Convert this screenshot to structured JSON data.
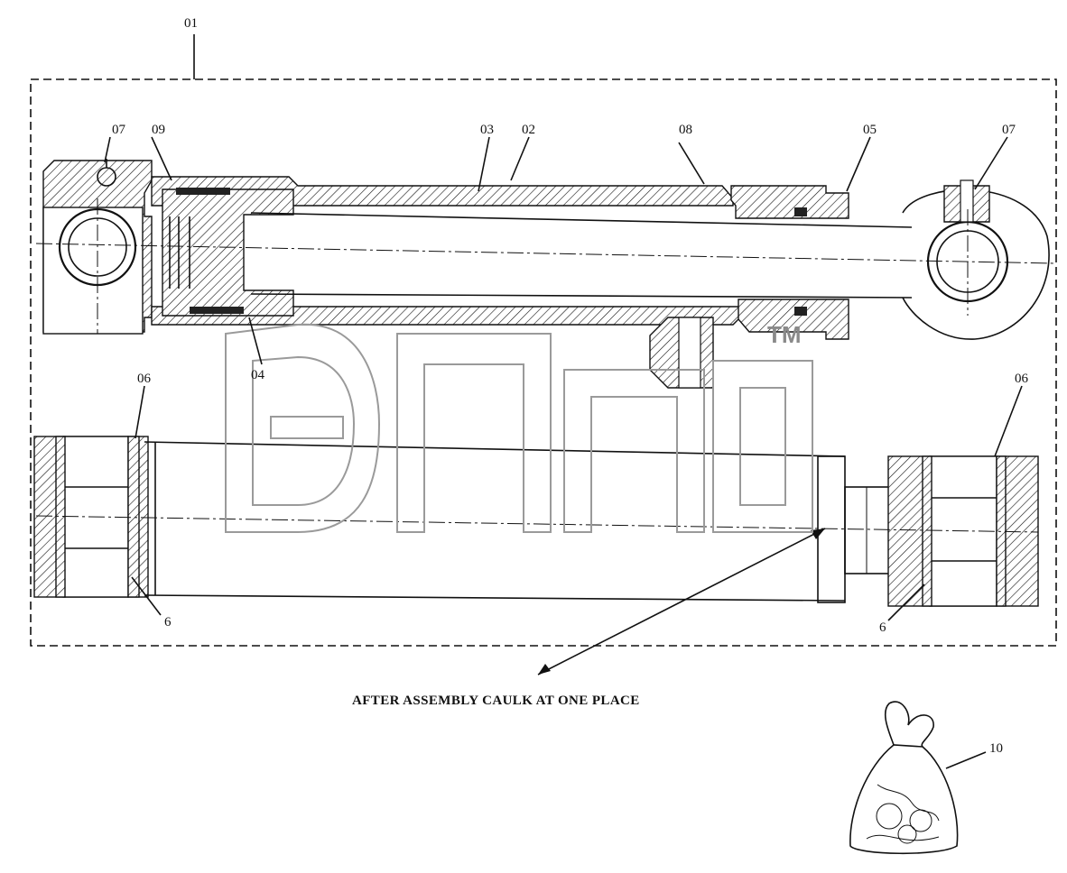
{
  "labels": {
    "l01": "01",
    "l02": "02",
    "l03": "03",
    "l04": "04",
    "l05": "05",
    "l06_left": "06",
    "l06_right": "06",
    "l07_left": "07",
    "l07_right": "07",
    "l08": "08",
    "l09": "09",
    "l10": "10",
    "l6_left": "6",
    "l6_right": "6"
  },
  "note": "AFTER ASSEMBLY CAULK AT ONE PLACE",
  "watermark": {
    "trademark": "TM"
  }
}
